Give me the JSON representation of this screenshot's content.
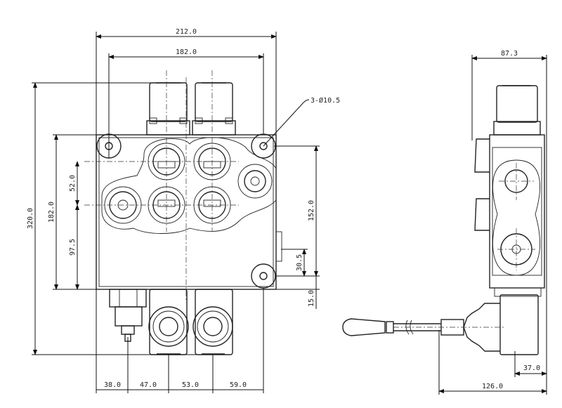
{
  "drawing": {
    "front_view": {
      "overall_width": "212.0",
      "hole_spacing_width": "182.0",
      "overall_height": "320.0",
      "body_height": "182.0",
      "port_row_spacing": "52.0",
      "lower_port_height": "97.5",
      "hole_spacing_height": "152.0",
      "side_port_offset": "30.5",
      "bottom_hole_offset": "15.0",
      "mounting_holes": "3-Ø10.5",
      "bottom_offsets": [
        "38.0",
        "47.0",
        "53.0",
        "59.0"
      ]
    },
    "side_view": {
      "depth": "87.3",
      "actuator_offset": "37.0",
      "lever_length": "126.0"
    }
  }
}
